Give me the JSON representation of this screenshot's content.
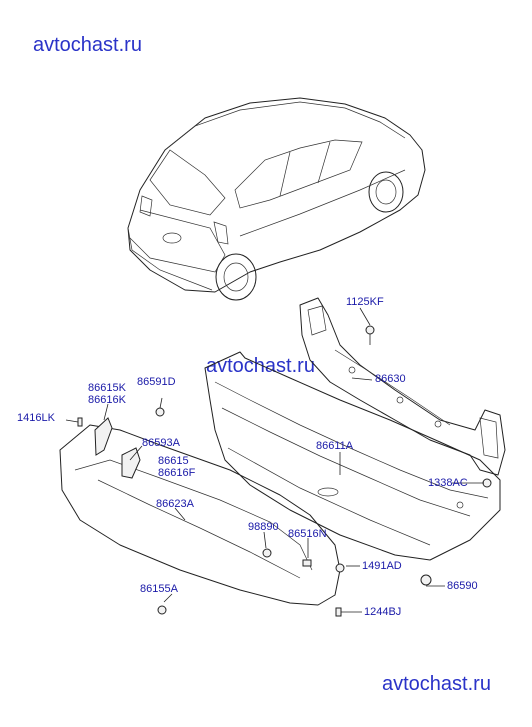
{
  "watermarks": {
    "top": "avtochast.ru",
    "middle": "avtochast.ru",
    "bottom": "avtochast.ru"
  },
  "parts": {
    "p1125KF": "1125KF",
    "p86630": "86630",
    "p86611A": "86611A",
    "p1338AC": "1338AC",
    "p86590": "86590",
    "p1491AD": "1491AD",
    "p1244BJ": "1244BJ",
    "p86516N": "86516N",
    "p98890": "98890",
    "p86623A": "86623A",
    "p86615": "86615",
    "p86616F": "86616F",
    "p86593A": "86593A",
    "p86615K": "86615K",
    "p86616K": "86616K",
    "p86591D": "86591D",
    "p1416LK": "1416LK",
    "p86155A": "86155A"
  }
}
